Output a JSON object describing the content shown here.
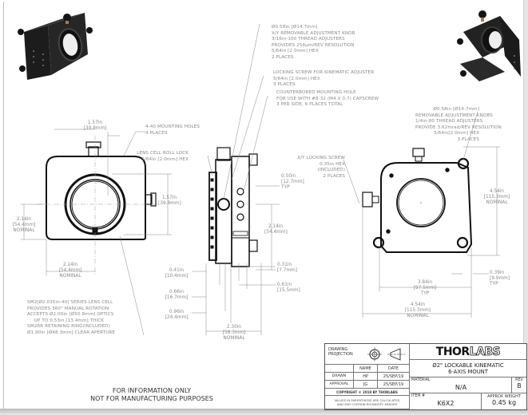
{
  "notes": {
    "knob_xy": [
      "Ø0.58in [Ø14.7mm]",
      "X/Y REMOVABLE ADJUSTMENT KNOB",
      "3/16in-100 THREAD ADJUSTERS",
      "PROVIDES 254μm/REV RESOLUTION",
      "5/64in [2.0mm] HEX",
      "2 PLACES"
    ],
    "locking_screw": [
      "LOCKING SCREW FOR KINEMATIC ADJUSTER",
      "5/64in [2.0mm] HEX",
      "3 PLACES"
    ],
    "counterbored": [
      "COUNTERBORED MOUNTING HOLE",
      "FOR USE WITH #8-32 (M4 X 0.7) CAPSCREW",
      "3 PER SIDE, 6 PLACES TOTAL"
    ],
    "knobs_right": [
      "Ø0.58in [Ø14.7mm]",
      "REMOVABLE ADJUSTMENT KNOBS",
      "1/4in-80 THREAD ADJUSTERS",
      "PROVIDE 3.62mrad/REV RESOLUTION",
      "5/64in[2.0mm] HEX",
      "3 PLACES"
    ],
    "mounting_holes": [
      "4-40 MOUNTING HOLES",
      "4 PLACES"
    ],
    "roll_lock": [
      "LENS CELL ROLL LOCK",
      "5/64in [2.0mm] HEX"
    ],
    "xy_locking": [
      "X/Y LOCKING SCREW",
      "0.35in HEX",
      "(INCLUDED)",
      "2 PLACES"
    ],
    "lens_cell": [
      "SM2[Ø2.035in-40] SERIES LENS CELL",
      "PROVIDES 360° MANUAL ROTATION",
      "ACCEPTS Ø2.00in [Ø50.8mm] OPTICS",
      "UP TO 0.53in [13.4mm] THICK",
      "SM2RR RETAINING RING(INCLUDED)",
      "Ø1.90in [Ø48.3mm]  CLEAR APERTURE"
    ]
  },
  "dimensions": {
    "front_top": [
      "1.57in",
      "[39.8mm]"
    ],
    "front_right": [
      "1.57in",
      "[39.8mm]"
    ],
    "front_left": [
      "2.14in",
      "[54.4mm]",
      "NOMINAL"
    ],
    "front_bottom": [
      "2.14in",
      "[54.4mm]",
      "NOMINAL"
    ],
    "side_050": [
      "0.50in",
      "[12.7mm]",
      "TYP"
    ],
    "side_214": [
      "2.14in",
      "[54.4mm]"
    ],
    "side_041": [
      "0.41in",
      "[10.4mm]"
    ],
    "side_066": [
      "0.66in",
      "[16.7mm]"
    ],
    "side_096": [
      "0.96in",
      "[24.4mm]"
    ],
    "side_031": [
      "0.31in",
      "[7.7mm]"
    ],
    "side_061": [
      "0.61in",
      "[15.5mm]"
    ],
    "side_230": [
      "2.30in",
      "[58.3mm]",
      "NOMINAL"
    ],
    "back_height": [
      "4.54in",
      "[115.3mm]",
      "NOMINAL"
    ],
    "back_039": [
      "0.39in",
      "[9.9mm]",
      "TYP"
    ],
    "back_384": [
      "3.84in",
      "[97.5mm]",
      "TYP"
    ],
    "back_width": [
      "4.54in",
      "[115.3mm]",
      "NOMINAL"
    ]
  },
  "disclaimer": [
    "FOR INFORMATION ONLY",
    "NOT FOR MANUFACTURING PURPOSES"
  ],
  "title_block": {
    "projection_label": [
      "DRAWING",
      "PROJECTION"
    ],
    "name_header": "NAME",
    "date_header": "DATE",
    "drawn_label": "DRAWN",
    "drawn_name": "HP",
    "drawn_date": "25/SEP/19",
    "approval_label": "APPROVAL",
    "approval_name": "JG",
    "approval_date": "25/SEP/19",
    "copyright": "COPYRIGHT © 2019 BY THORLABS",
    "values_note": [
      "VALUES IN PARENTHESIS ARE CALCULATED",
      "AND MAY CONTAIN ROUNDOFF ERRORS"
    ],
    "logo_thor": "THOR",
    "logo_labs": "LABS",
    "description": [
      "Ø2\" LOCKABLE KINEMATIC",
      "6-AXIS MOUNT"
    ],
    "material_label": "MATERIAL",
    "material_value": "N/A",
    "rev_label": "REV",
    "rev_value": "B",
    "item_label": "ITEM #",
    "item_value": "K6X2",
    "weight_label": "APPROX WEIGHT",
    "weight_value": "0.45 kg"
  }
}
